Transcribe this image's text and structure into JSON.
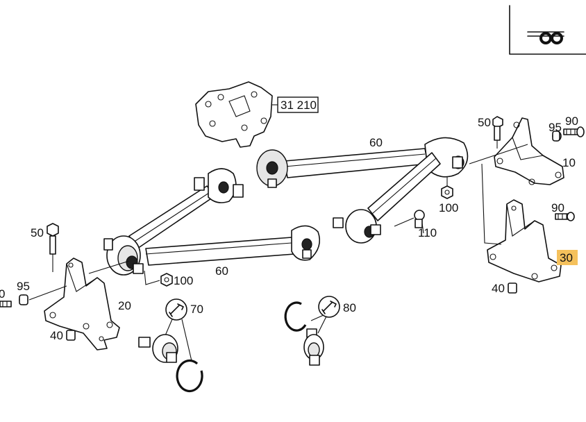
{
  "callouts": {
    "ref_box": "31 210",
    "upper_arm_right": "60",
    "lower_arm_left": "60",
    "bolt_right": "50",
    "bolt_left": "50",
    "bushing_right": "95",
    "bushing_left": "95",
    "screw_right_top": "90",
    "screw_right_mid": "90",
    "screw_left_partial": "0",
    "bracket_upper_right": "10",
    "bracket_left": "20",
    "bracket_lower_right": "30",
    "nut_center": "100",
    "nut_left": "100",
    "bolt_center": "110",
    "spacer_right": "40",
    "spacer_left": "40",
    "tool_left": "70",
    "tool_right": "80"
  },
  "colors": {
    "highlight": "#f5c15c",
    "ink": "#111111"
  },
  "icons": {
    "corner_symbol": "axle-wheels-icon",
    "tool": "wrench-icon"
  }
}
